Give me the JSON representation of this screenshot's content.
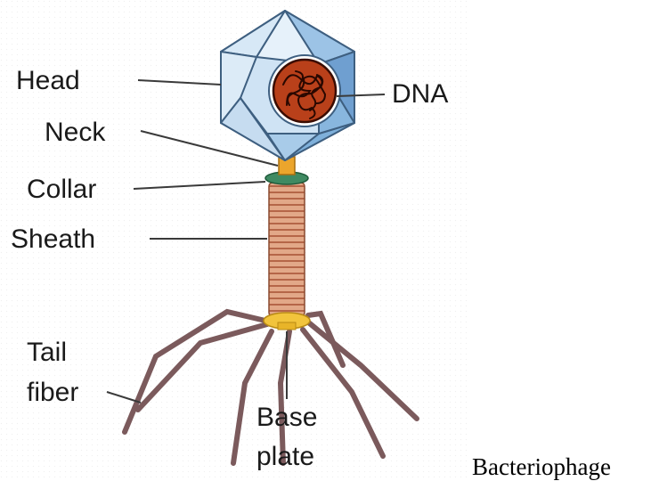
{
  "diagram": {
    "labels": {
      "head": "Head",
      "dna": "DNA",
      "neck": "Neck",
      "collar": "Collar",
      "sheath": "Sheath",
      "tail_fiber_line1": "Tail",
      "tail_fiber_line2": "fiber",
      "base_plate_line1": "Base",
      "base_plate_line2": "plate"
    },
    "caption": "Bacteriophage",
    "colors": {
      "capsid_light": "#d9ebf8",
      "capsid_mid": "#a9cde9",
      "capsid_dark": "#6f9fcf",
      "capsid_edge": "#3e5f80",
      "dna_fill": "#b23a10",
      "dna_strand": "#3a0c00",
      "neck": "#e8a22a",
      "collar": "#2e7a52",
      "sheath": "#d99a78",
      "sheath_ring": "#a55a3a",
      "base_plate": "#f0c23a",
      "tail_fiber": "#7a5a5a"
    }
  }
}
